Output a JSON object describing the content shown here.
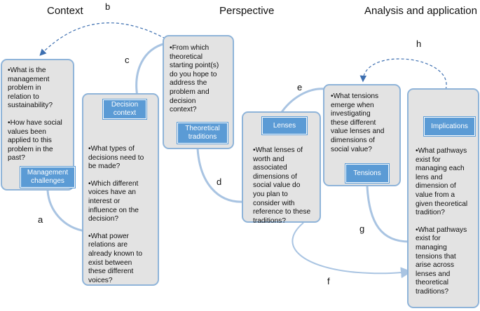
{
  "columns": {
    "context": "Context",
    "perspective": "Perspective",
    "analysis": "Analysis and application"
  },
  "connector_labels": {
    "a": "a",
    "b": "b",
    "c": "c",
    "d": "d",
    "e": "e",
    "f": "f",
    "g": "g",
    "h": "h"
  },
  "cards": {
    "management": {
      "tag_line1": "Management",
      "tag_line2": "challenges",
      "lines": [
        "•What is the",
        "management",
        "problem in",
        "relation to",
        "sustainability?",
        "",
        "•How have social",
        "values been",
        "applied to this",
        "problem in the",
        "past?"
      ]
    },
    "decision": {
      "tag_line1": "Decision",
      "tag_line2": "context",
      "lines": [
        "•What types of",
        "decisions need to",
        "be made?",
        "",
        "•Which different",
        "voices have an",
        "interest or",
        "influence on the",
        "decision?",
        "",
        "•What power",
        "relations are",
        "already known to",
        "exist between",
        "these different",
        "voices?"
      ]
    },
    "theoretical": {
      "tag_line1": "Theoretical",
      "tag_line2": "traditions",
      "lines": [
        "•From which",
        "theoretical",
        "starting point(s)",
        "do you hope to",
        "address the",
        "problem and",
        "decision",
        "context?"
      ]
    },
    "lenses": {
      "tag_line1": "Lenses",
      "lines": [
        "•What lenses of",
        "worth and",
        "associated",
        "dimensions of",
        "social value do",
        "you plan to",
        "consider with",
        "reference to these",
        "traditions?"
      ]
    },
    "tensions": {
      "tag_line1": "Tensions",
      "lines": [
        "•What tensions",
        "emerge when",
        "investigating",
        "these different",
        "value lenses and",
        "dimensions of",
        "social value?"
      ]
    },
    "implications": {
      "tag_line1": "Implications",
      "lines": [
        "•What pathways",
        "exist for",
        "managing each",
        "lens and",
        "dimension of",
        "value from a",
        "given theoretical",
        "tradition?",
        "",
        "•What pathways",
        "exist for",
        "managing",
        "tensions that",
        "arise across",
        "lenses and",
        "theoretical",
        "traditions?"
      ]
    }
  },
  "colors": {
    "card_fill": "#e3e3e3",
    "card_border": "#8fb4d9",
    "tag_fill": "#5b9bd5",
    "connector": "#a9c4e2",
    "dashed_arrow": "#3d6fb0"
  }
}
